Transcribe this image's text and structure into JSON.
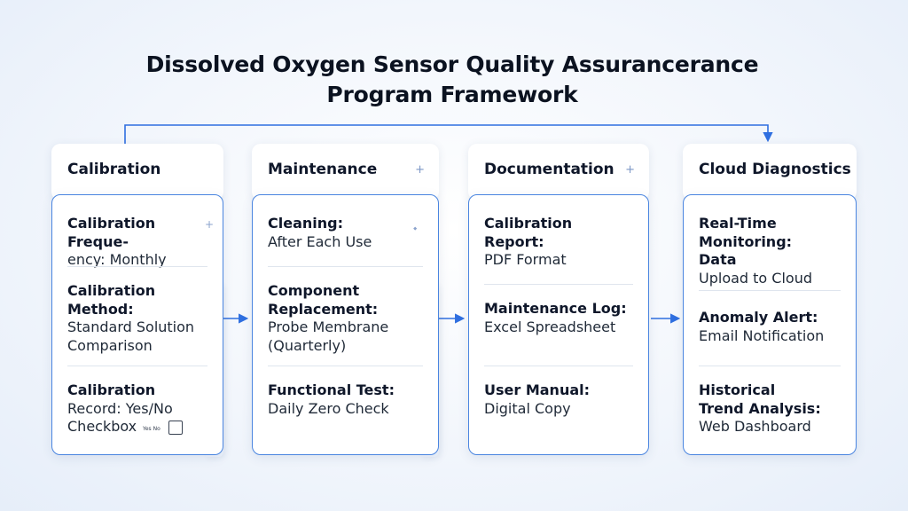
{
  "title": {
    "line1": "Dissolved Oxygen Sensor Quality Assurancerance",
    "line2": "Program Framework"
  },
  "columns": [
    {
      "header": "Calibration",
      "items": [
        {
          "label": "Calibration Freque-",
          "value": "ency: Monthly"
        },
        {
          "label": "Calibration Method:",
          "value": "Standard Solution Comparison"
        },
        {
          "label": "Calibration",
          "value": "Record: Yes/No Checkbox",
          "checkbox_label": "Yes No"
        }
      ]
    },
    {
      "header": "Maintenance",
      "items": [
        {
          "label": "Cleaning:",
          "value": "After Each Use"
        },
        {
          "label": "Component Replacement:",
          "value": "Probe Membrane (Quarterly)"
        },
        {
          "label": "Functional Test:",
          "value": "Daily Zero Check"
        }
      ]
    },
    {
      "header": "Documentation",
      "items": [
        {
          "label": "Calibration Report:",
          "value": "PDF Format"
        },
        {
          "label": "Maintenance Log:",
          "value": "Excel Spreadsheet"
        },
        {
          "label": "User Manual:",
          "value": "Digital Copy"
        }
      ]
    },
    {
      "header": "Cloud Diagnostics",
      "items": [
        {
          "label": "Real-Time Monitoring: Data",
          "value": "Upload to Cloud"
        },
        {
          "label": "Anomaly Alert:",
          "value": "Email Notification"
        },
        {
          "label": "Historical Trend Analysis:",
          "value": "Web Dashboard"
        }
      ]
    }
  ],
  "colors": {
    "accent": "#2f6fe0",
    "card_border": "#4a85e0",
    "title": "#0b1220"
  },
  "icons": [
    "plus-icon",
    "arrow-right-icon",
    "checkbox-icon"
  ]
}
